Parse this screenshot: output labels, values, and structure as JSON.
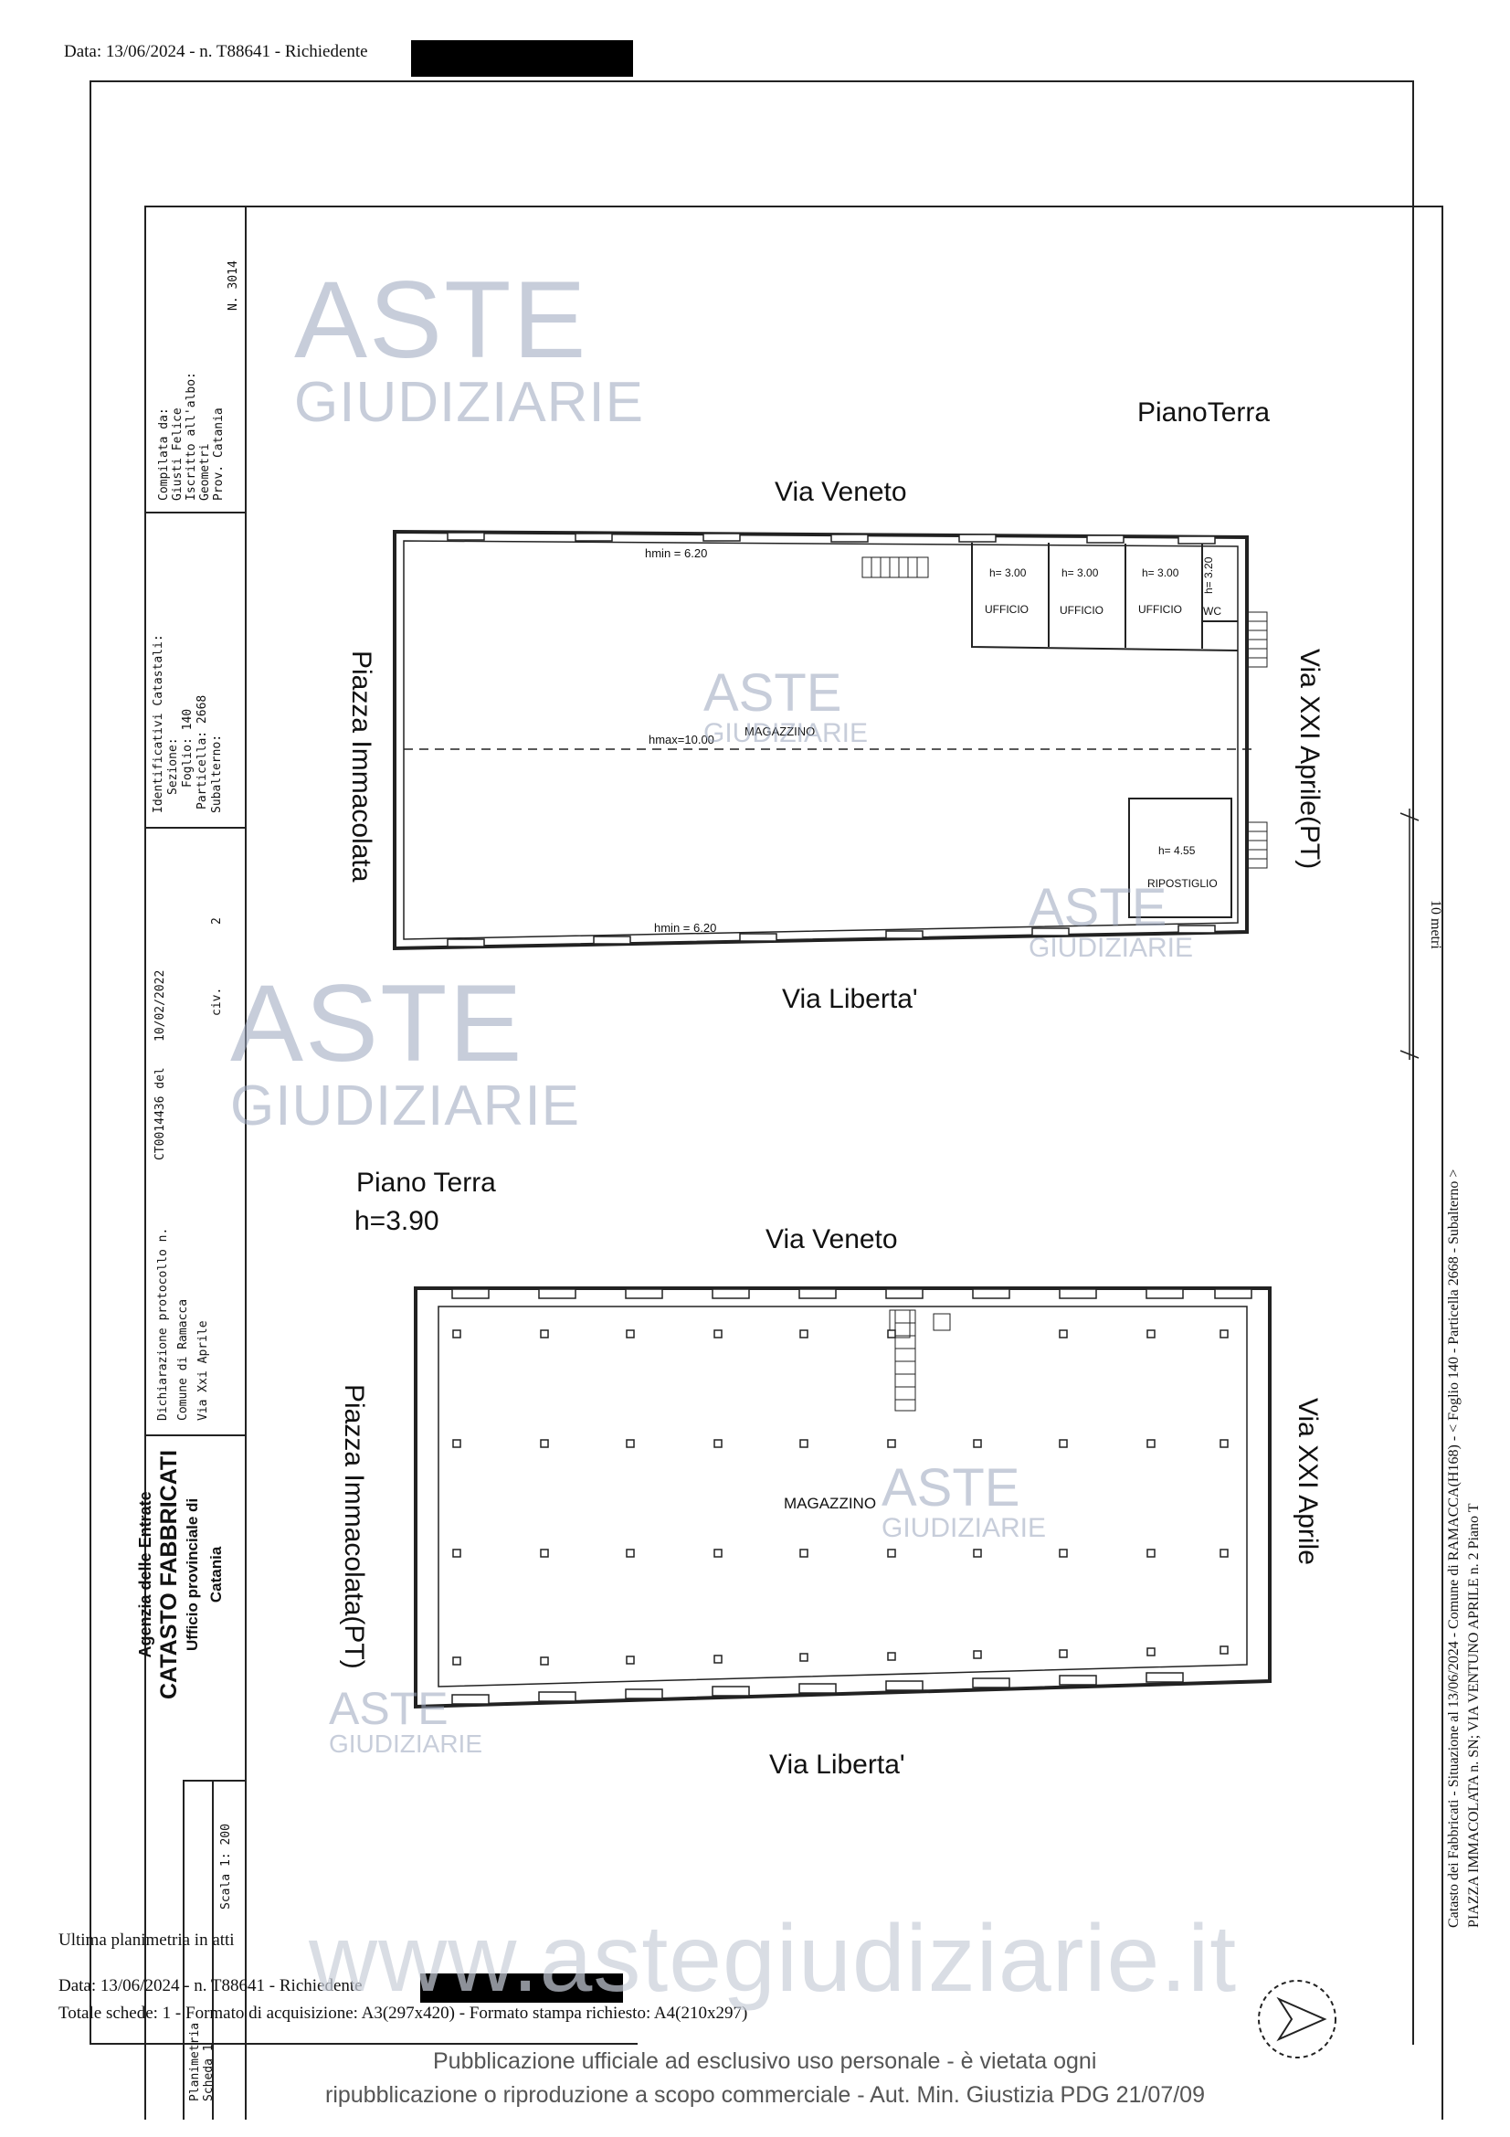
{
  "header": {
    "date_line": "Data: 13/06/2024 - n. T88641 - Richiedente"
  },
  "sidebar": {
    "compiled_by": [
      "Compilata da:",
      "Giusti Felice",
      "Iscritto all'albo:",
      "Geometri",
      "Prov. Catania"
    ],
    "number": "N. 3014",
    "identifiers": [
      "Identificativi Catastali:",
      "Sezione:",
      "Foglio: 140",
      "Particella: 2668",
      "Subalterno:"
    ],
    "protocol": [
      "Dichiarazione protocollo n.",
      "Comune di Ramacca",
      "Via Xxi Aprile"
    ],
    "protocol_number": "CT0014436 del",
    "protocol_date": "10/02/2022",
    "civ": "civ.",
    "civ_number": "2",
    "agency": "Agenzia delle Entrate",
    "catasto": "CATASTO FABBRICATI",
    "office": "Ufficio provinciale di",
    "province": "Catania",
    "plan_box": [
      "Planimetria",
      "Scheda 1"
    ],
    "scale": "Scala 1: 200"
  },
  "plan_top": {
    "floor_label": "PianoTerra",
    "street_top": "Via Veneto",
    "street_bottom": "Via Liberta'",
    "street_left": "Piazza Immacolata",
    "street_right": "Via XXI Aprile(PT)",
    "hmin_top": "hmin = 6.20",
    "hmax": "hmax=10.00",
    "hmin_bottom": "hmin = 6.20",
    "main_room": "MAGAZZINO",
    "offices": [
      {
        "h": "h= 3.00",
        "label": "UFFICIO"
      },
      {
        "h": "h= 3.00",
        "label": "UFFICIO"
      },
      {
        "h": "h= 3.00",
        "label": "UFFICIO"
      }
    ],
    "wc_h": "h= 3.20",
    "wc_label": "WC",
    "storage_h": "h= 4.55",
    "storage_label": "RIPOSTIGLIO"
  },
  "plan_bottom": {
    "floor_label": "Piano Terra",
    "height": "h=3.90",
    "street_top": "Via Veneto",
    "street_bottom": "Via Liberta'",
    "street_left": "Piazza Immacolata(PT)",
    "street_right": "Via XXI Aprile",
    "main_room": "MAGAZZINO"
  },
  "right_margin": {
    "scale_bar": "10 metri",
    "line1": "Catasto dei Fabbricati - Situazione al 13/06/2024 - Comune di RAMACCA(H168) - < Foglio 140 - Particella 2668 - Subalterno >",
    "line2": "PIAZZA IMMACOLATA n. SN; VIA VENTUNO APRILE n. 2 Piano T"
  },
  "footer": {
    "last_plan": "Ultima planimetria in atti",
    "date_line": "Data: 13/06/2024 - n. T88641 - Richiedente",
    "totals": "Totale schede: 1 - Formato di acquisizione: A3(297x420) - Formato stampa richiesto: A4(210x297)",
    "site": "www.astegiudiziarie.it",
    "notice1": "Pubblicazione ufficiale ad esclusivo uso personale - è vietata ogni",
    "notice2": "ripubblicazione o riproduzione a scopo commerciale - Aut. Min. Giustizia PDG 21/07/09"
  },
  "watermark": {
    "aste": "ASTE",
    "giudiziarie": "GIUDIZIARIE"
  }
}
